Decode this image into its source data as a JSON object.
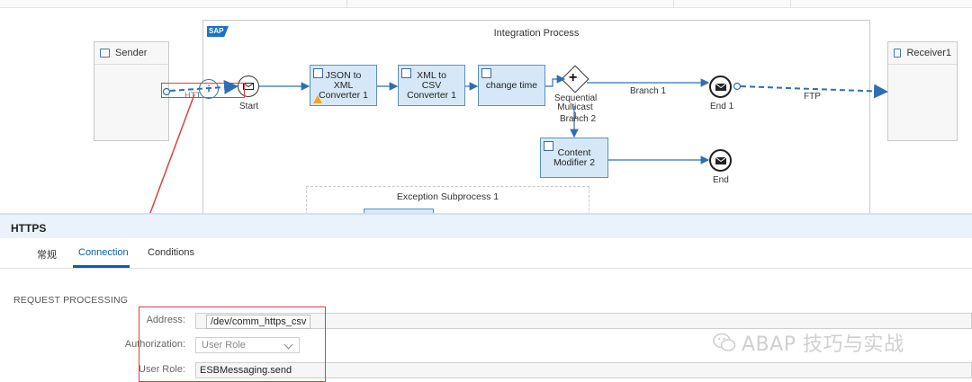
{
  "diagram": {
    "pool_title": "Integration Process",
    "logo_text": "SAP",
    "sender": "Sender",
    "receiver": "Receiver1",
    "start_label": "Start",
    "sender_adapter_label": "HTT",
    "steps": {
      "json_to_xml": "JSON to XML Converter 1",
      "xml_to_csv": "XML to CSV Converter 1",
      "change_time": "change time",
      "content_modifier": "Content Modifier 2"
    },
    "gateway_label": "Sequential Multicast 1",
    "branch1": "Branch 1",
    "branch2": "Branch 2",
    "end1": "End 1",
    "end2": "End",
    "ftp_label": "FTP",
    "exception": "Exception Subprocess 1"
  },
  "panel": {
    "title": "HTTPS",
    "tabs": [
      "常规",
      "Connection",
      "Conditions"
    ],
    "active_tab": "Connection",
    "section": "REQUEST PROCESSING",
    "address_label": "Address:",
    "address_value": "/dev/comm_https_csv",
    "authorization_label": "Authorization:",
    "authorization_value": "User Role",
    "user_role_label": "User Role:",
    "user_role_value": "ESBMessaging.send"
  },
  "watermark": "ABAP 技巧与实战",
  "colors": {
    "accent": "#0a5fa8",
    "step_fill": "#d6e8f7",
    "annotation_red": "#e04040",
    "connector": "#2e6fb3"
  }
}
